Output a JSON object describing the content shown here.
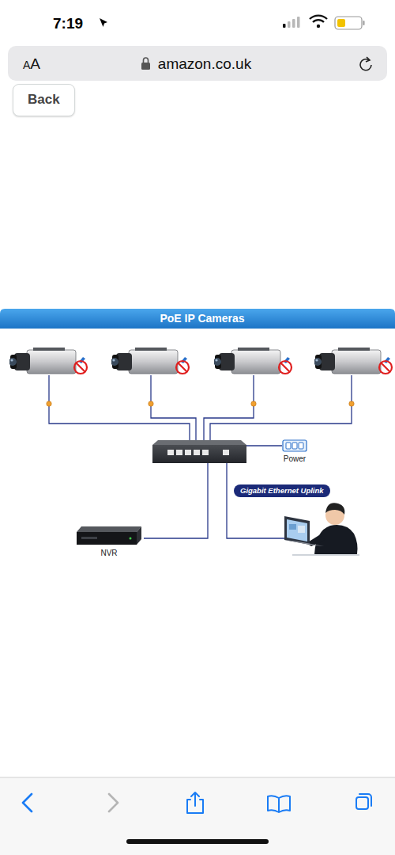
{
  "diagram": {
    "title": "PoE IP Cameras",
    "nodes": [
      {
        "text": [
          "Back"
        ]
      },
      {
        "text": [
          "Power"
        ]
      },
      {
        "text": [
          "Gigabit Ethernet Uplink"
        ]
      },
      {
        "text": [
          "NVR"
        ]
      }
    ],
    "labels": [
      "7:19",
      "AA",
      "amazon.co.uk"
    ]
  }
}
